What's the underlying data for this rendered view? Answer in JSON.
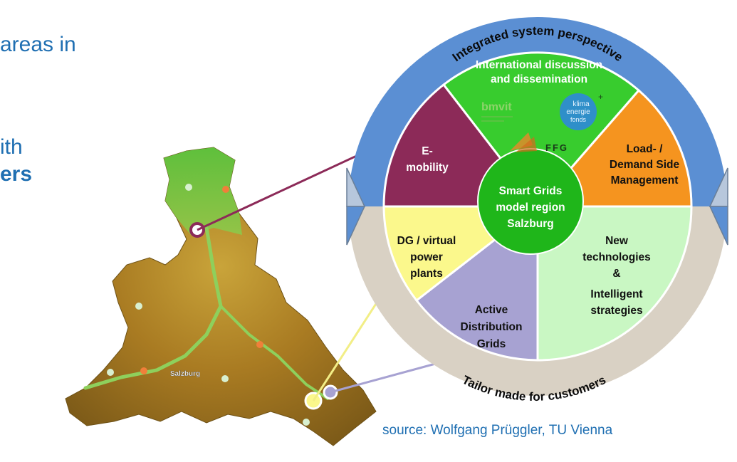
{
  "slide": {
    "line1": "areas in",
    "line2": "ith",
    "line3": "ers"
  },
  "source_note": "source: Wolfgang Prüggler, TU Vienna",
  "map": {
    "city_label": "Salzburg"
  },
  "wheel": {
    "top_ring": "Integrated system perspective",
    "bottom_ring": "Tailor made for customers",
    "hub": [
      "Smart Grids",
      "model region",
      "Salzburg"
    ],
    "segments": {
      "international": [
        "International discussion",
        "and dissemination"
      ],
      "emobility": [
        "E-",
        "mobility"
      ],
      "load": [
        "Load- /",
        "Demand Side",
        "Management"
      ],
      "dg": [
        "DG / virtual",
        "power",
        "plants"
      ],
      "active": [
        "Active",
        "Distribution",
        "Grids"
      ],
      "newtech": [
        "New",
        "technologies",
        "&",
        "Intelligent",
        "strategies"
      ]
    },
    "logos": {
      "bmvit": "bmvit",
      "klima": [
        "klima",
        "energie",
        "fonds"
      ],
      "ffg": "FFG"
    }
  },
  "colors": {
    "accent_text": "#1f6fb2",
    "ring_top": "#5b8fd3",
    "ring_bottom": "#d9d1c4",
    "international": "#38cc2e",
    "emobility": "#8c2a58",
    "load": "#f5941f",
    "newtech": "#c9f7c3",
    "active": "#a7a2d2",
    "dg": "#fbf88c",
    "hub": "#1fb61a"
  }
}
